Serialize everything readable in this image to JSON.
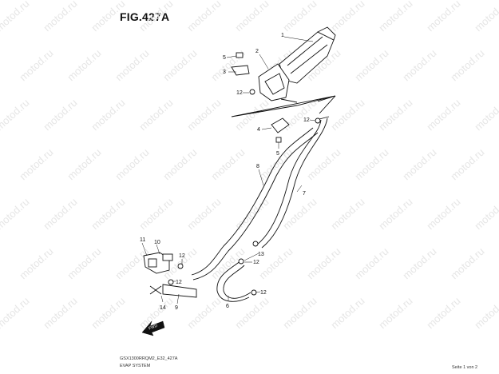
{
  "header": {
    "title": "FIG.427A"
  },
  "watermark": {
    "text": "motod.ru"
  },
  "footer": {
    "code": "GSX1300RRQM2_E32_427A",
    "name": "EVAP SYSTEM",
    "page": "Seite 1 von 2"
  },
  "fwd_arrow": {
    "label": "FWD"
  },
  "callouts": [
    "1",
    "2",
    "3",
    "5",
    "12",
    "4",
    "5",
    "12",
    "8",
    "7",
    "11",
    "10",
    "12",
    "13",
    "12",
    "12",
    "12",
    "14",
    "9",
    "6"
  ]
}
